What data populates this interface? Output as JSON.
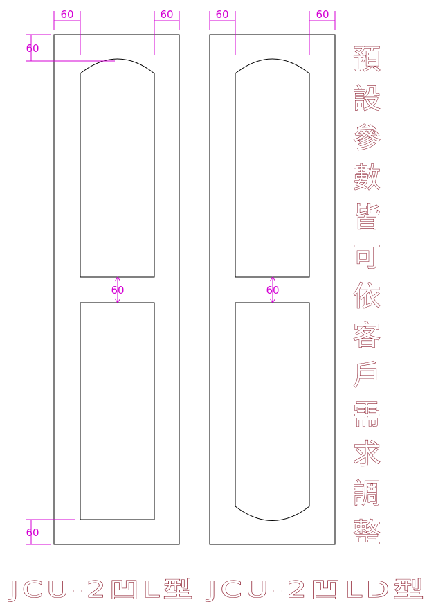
{
  "dimension_labels": {
    "left_door_top_left": "60",
    "left_door_top_right": "60",
    "right_door_top_left": "60",
    "right_door_top_right": "60",
    "left_door_side_top": "60",
    "left_door_side_bottom": "60",
    "left_door_middle": "60",
    "right_door_middle": "60"
  },
  "side_note_chars": [
    "預",
    "設",
    "參",
    "數",
    "皆",
    "可",
    "依",
    "客",
    "戶",
    "需",
    "求",
    "調",
    "整"
  ],
  "models": {
    "left": "JCU-2凹L型",
    "right": "JCU-2凹LD型"
  },
  "colors": {
    "door_outline": "#000000",
    "dimension": "#d400d4",
    "text_outline": "#8b1a2b"
  }
}
